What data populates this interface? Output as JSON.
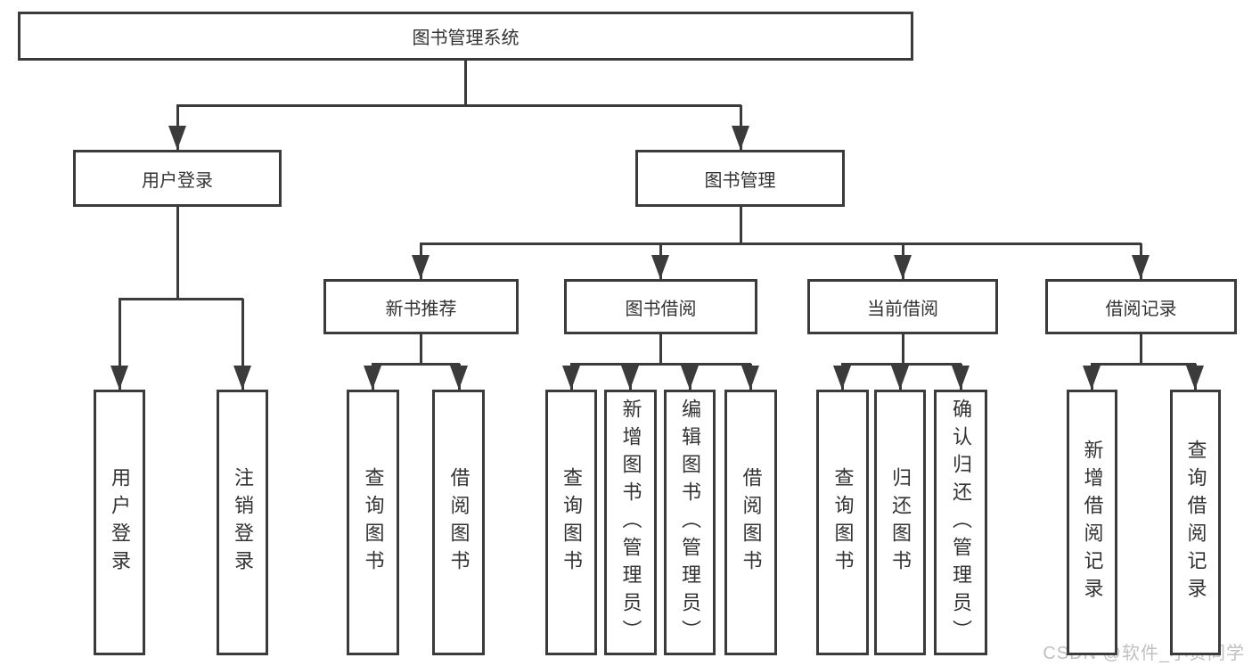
{
  "diagram": {
    "title": "图书管理系统",
    "nodes": [
      {
        "id": "root",
        "label": "图书管理系统",
        "parent": null,
        "orientation": "horizontal"
      },
      {
        "id": "user-login",
        "label": "用户登录",
        "parent": "root",
        "orientation": "horizontal"
      },
      {
        "id": "book-mgmt",
        "label": "图书管理",
        "parent": "root",
        "orientation": "horizontal"
      },
      {
        "id": "user-login-leaf",
        "label": "用户登录",
        "parent": "user-login",
        "orientation": "vertical"
      },
      {
        "id": "logout-leaf",
        "label": "注销登录",
        "parent": "user-login",
        "orientation": "vertical"
      },
      {
        "id": "new-book-rec",
        "label": "新书推荐",
        "parent": "book-mgmt",
        "orientation": "horizontal"
      },
      {
        "id": "book-borrow",
        "label": "图书借阅",
        "parent": "book-mgmt",
        "orientation": "horizontal"
      },
      {
        "id": "current-borrow",
        "label": "当前借阅",
        "parent": "book-mgmt",
        "orientation": "horizontal"
      },
      {
        "id": "borrow-records",
        "label": "借阅记录",
        "parent": "book-mgmt",
        "orientation": "horizontal"
      },
      {
        "id": "rec-query-book",
        "label": "查询图书",
        "parent": "new-book-rec",
        "orientation": "vertical"
      },
      {
        "id": "rec-borrow-book",
        "label": "借阅图书",
        "parent": "new-book-rec",
        "orientation": "vertical"
      },
      {
        "id": "bb-query-book",
        "label": "查询图书",
        "parent": "book-borrow",
        "orientation": "vertical"
      },
      {
        "id": "bb-add-book",
        "label": "新增图书（管理员）",
        "parent": "book-borrow",
        "orientation": "vertical"
      },
      {
        "id": "bb-edit-book",
        "label": "编辑图书（管理员）",
        "parent": "book-borrow",
        "orientation": "vertical"
      },
      {
        "id": "bb-borrow-book",
        "label": "借阅图书",
        "parent": "book-borrow",
        "orientation": "vertical"
      },
      {
        "id": "cb-query-book",
        "label": "查询图书",
        "parent": "current-borrow",
        "orientation": "vertical"
      },
      {
        "id": "cb-return-book",
        "label": "归还图书",
        "parent": "current-borrow",
        "orientation": "vertical"
      },
      {
        "id": "cb-confirm-return",
        "label": "确认归还（管理员）",
        "parent": "current-borrow",
        "orientation": "vertical"
      },
      {
        "id": "br-add-record",
        "label": "新增借阅记录",
        "parent": "borrow-records",
        "orientation": "vertical"
      },
      {
        "id": "br-query-record",
        "label": "查询借阅记录",
        "parent": "borrow-records",
        "orientation": "vertical"
      }
    ]
  },
  "watermark": {
    "text": "CSDN @软件_小贺同学"
  },
  "colors": {
    "line": "#3b3b3b",
    "text": "#333333",
    "background": "#ffffff",
    "watermark": "#c0c0c0"
  }
}
